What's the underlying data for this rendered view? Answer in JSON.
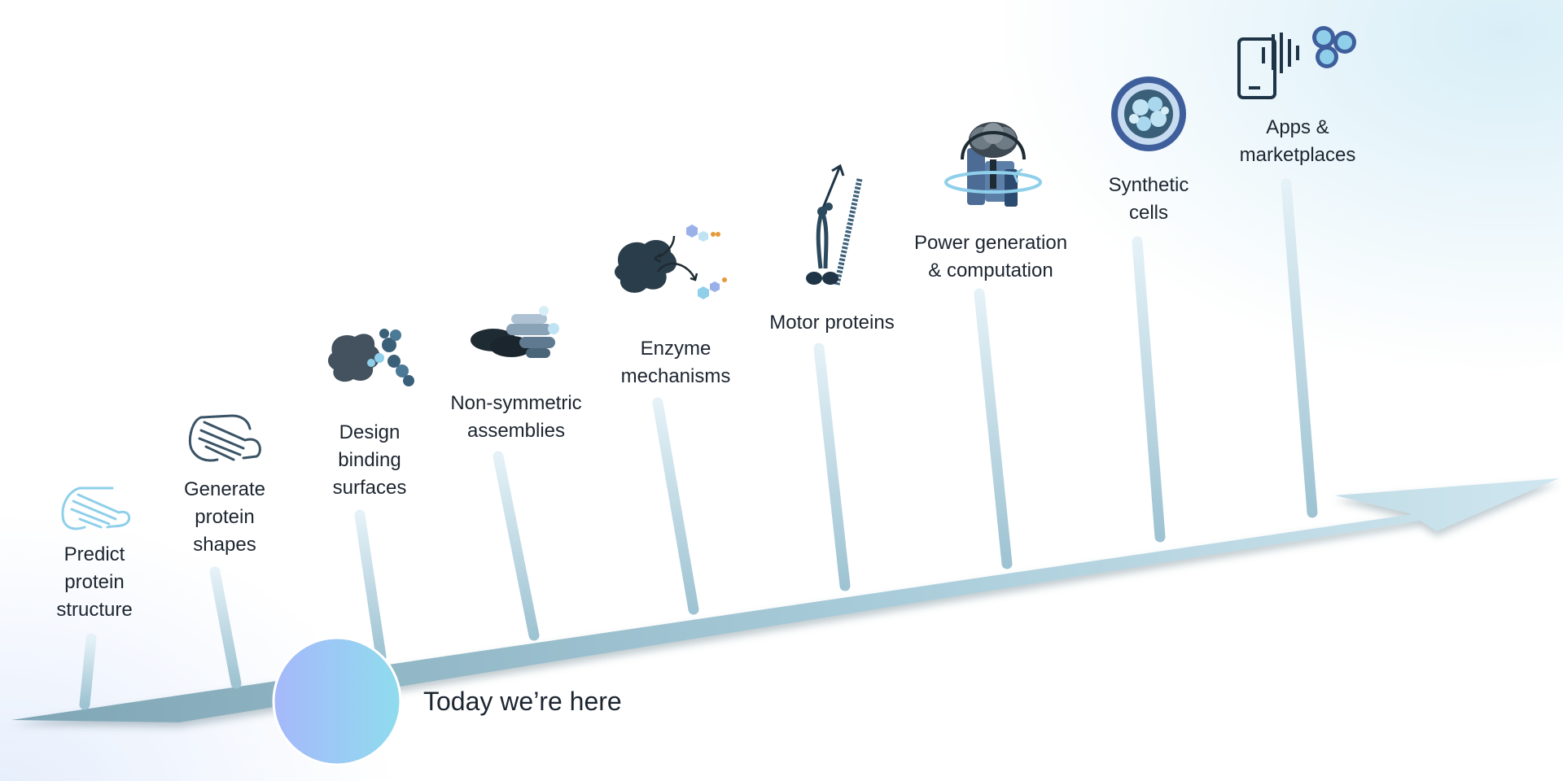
{
  "milestones": [
    {
      "label": "Predict\nprotein\nstructure",
      "icon": "beta-sheet-light-icon"
    },
    {
      "label": "Generate\nprotein\nshapes",
      "icon": "beta-sheet-dark-icon"
    },
    {
      "label": "Design\nbinding\nsurfaces",
      "icon": "binding-protein-icon"
    },
    {
      "label": "Non-symmetric\nassemblies",
      "icon": "protein-assembly-icon"
    },
    {
      "label": "Enzyme\nmechanisms",
      "icon": "enzyme-icon"
    },
    {
      "label": "Motor proteins",
      "icon": "motor-protein-icon"
    },
    {
      "label": "Power generation\n& computation",
      "icon": "rotary-motor-icon"
    },
    {
      "label": "Synthetic\ncells",
      "icon": "synthetic-cell-icon"
    },
    {
      "label": "Apps &\nmarketplaces",
      "icon": "phone-app-icon"
    }
  ],
  "today_label": "Today we’re here",
  "colors": {
    "arrow_light": "#c9e3ee",
    "arrow_dark": "#86aebd",
    "bar": "#a9cbd9",
    "circle_start": "#a6b8fb",
    "circle_end": "#8fdcee",
    "icon_dark": "#1f3547",
    "icon_mid": "#3a6079",
    "icon_light": "#8fcfea"
  }
}
